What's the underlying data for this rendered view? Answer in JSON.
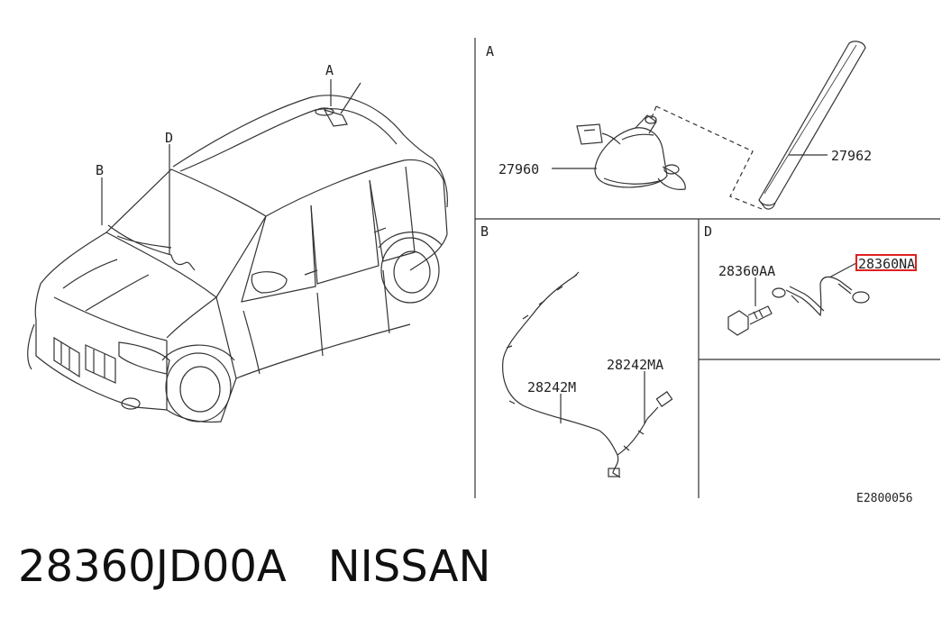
{
  "callouts": {
    "view_a": "A",
    "view_b": "B",
    "view_d": "D"
  },
  "part_labels": {
    "base": "27960",
    "rod": "27962",
    "feeder_main": "28242M",
    "feeder_sub": "28242MA",
    "bolt": "28360AA",
    "ground_strap": "28360NA"
  },
  "figure_code": "E2800056",
  "caption": {
    "part_number": "28360JD00A",
    "brand": "NISSAN"
  },
  "colors": {
    "line": "#333333",
    "highlight": "#e02020",
    "background": "#ffffff"
  }
}
